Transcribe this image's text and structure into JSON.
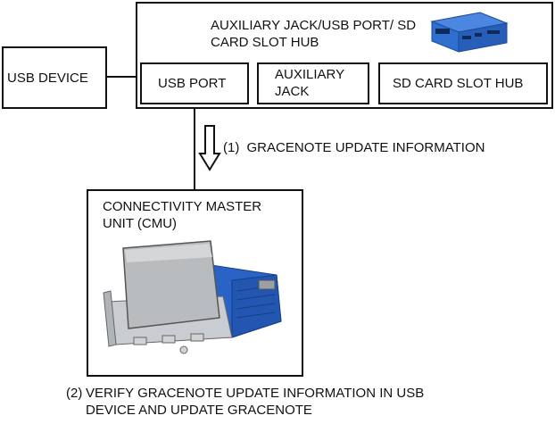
{
  "hub": {
    "title": "AUXILIARY JACK/USB PORT/ SD CARD SLOT HUB",
    "usb_port": "USB PORT",
    "auxiliary_jack": "AUXILIARY JACK",
    "sd_card_slot_hub": "SD CARD SLOT HUB"
  },
  "usb_device": "USB DEVICE",
  "cmu": {
    "title": "CONNECTIVITY MASTER UNIT (CMU)"
  },
  "steps": {
    "step1_number": "(1)",
    "step1_text": "GRACENOTE UPDATE INFORMATION",
    "step2_number": "(2)",
    "step2_text": "VERIFY GRACENOTE UPDATE INFORMATION IN USB DEVICE AND UPDATE GRACENOTE"
  },
  "colors": {
    "line": "#111111",
    "hub_blue": "#2f6fd0",
    "cmu_blue": "#2a63c6",
    "screen_gray": "#b9bcbf"
  },
  "icons": {
    "hub_image": "hub-device-illustration",
    "cmu_image": "cmu-device-illustration",
    "arrow": "down-arrow-icon"
  }
}
